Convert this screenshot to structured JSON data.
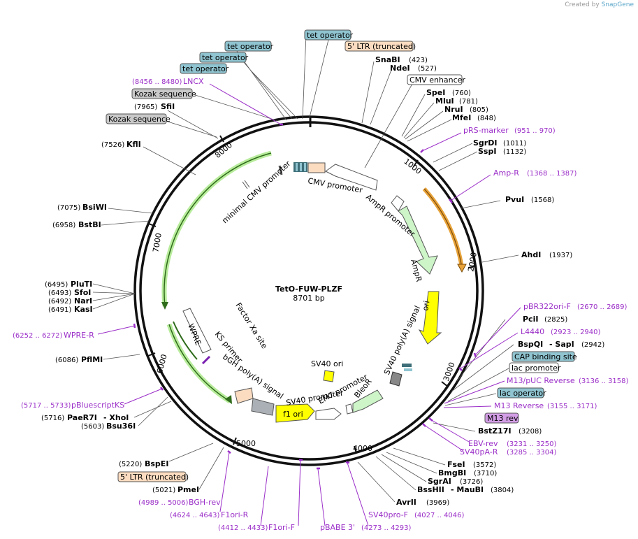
{
  "watermark": {
    "prefix": "Created by",
    "brand": "SnapGene"
  },
  "plasmid": {
    "name": "TetO-FUW-PLZF",
    "length_label": "8701 bp",
    "length_bp": 8701
  },
  "ticks": [
    "1000",
    "2000",
    "3000",
    "4000",
    "5000",
    "6000",
    "7000",
    "8000"
  ],
  "boxed_features": [
    {
      "id": "tet3",
      "label": "tet operator",
      "color": "#8fc4d0"
    },
    {
      "id": "tet4",
      "label": "tet operator",
      "color": "#8fc4d0"
    },
    {
      "id": "tet2",
      "label": "tet operator",
      "color": "#8fc4d0"
    },
    {
      "id": "tet1",
      "label": "tet operator",
      "color": "#8fc4d0"
    },
    {
      "id": "ltr5a",
      "label": "5' LTR (truncated)",
      "color": "#fbdcc0"
    },
    {
      "id": "kozak1",
      "label": "Kozak sequence",
      "color": "#c9c9c9"
    },
    {
      "id": "kozak2",
      "label": "Kozak sequence",
      "color": "#c9c9c9"
    },
    {
      "id": "cmvenh",
      "label": "CMV enhancer",
      "color": "#ffffff"
    },
    {
      "id": "cap",
      "label": "CAP binding site",
      "color": "#8fc4d0"
    },
    {
      "id": "lacp",
      "label": "lac promoter",
      "color": "#ffffff"
    },
    {
      "id": "laco",
      "label": "lac operator",
      "color": "#8fc4d0"
    },
    {
      "id": "m13rev",
      "label": "M13 rev",
      "color": "#d39ee6"
    },
    {
      "id": "ltr5b",
      "label": "5' LTR (truncated)",
      "color": "#fbdcc0"
    }
  ],
  "primers": [
    {
      "id": "lncx",
      "label": "LNCX",
      "range": "(8456 .. 8480)"
    },
    {
      "id": "prs",
      "label": "pRS-marker",
      "range": "(951 .. 970)"
    },
    {
      "id": "ampr",
      "label": "Amp-R",
      "range": "(1368 .. 1387)"
    },
    {
      "id": "pbr",
      "label": "pBR322ori-F",
      "range": "(2670 .. 2689)"
    },
    {
      "id": "l4440",
      "label": "L4440",
      "range": "(2923 .. 2940)"
    },
    {
      "id": "m13puc",
      "label": "M13/pUC Reverse",
      "range": "(3136 .. 3158)"
    },
    {
      "id": "m13r",
      "label": "M13 Reverse",
      "range": "(3155 .. 3171)"
    },
    {
      "id": "ebv",
      "label": "EBV-rev",
      "range": "(3231 .. 3250)"
    },
    {
      "id": "sv40pa",
      "label": "SV40pA-R",
      "range": "(3285 .. 3304)"
    },
    {
      "id": "sv40pro",
      "label": "SV40pro-F",
      "range": "(4027 .. 4046)"
    },
    {
      "id": "pbabe",
      "label": "pBABE 3'",
      "range": "(4273 .. 4293)"
    },
    {
      "id": "f1f",
      "label": "F1ori-F",
      "range": "(4412 .. 4433)"
    },
    {
      "id": "f1r",
      "label": "F1ori-R",
      "range": "(4624 .. 4643)"
    },
    {
      "id": "bgh",
      "label": "BGH-rev",
      "range": "(4989 .. 5006)"
    },
    {
      "id": "pblue",
      "label": "pBluescriptKS",
      "range": "(5717 .. 5733)"
    },
    {
      "id": "wpre",
      "label": "WPRE-R",
      "range": "(6252 .. 6272)"
    }
  ],
  "sites": [
    {
      "id": "snabi",
      "name": "SnaBI",
      "pos": "(423)"
    },
    {
      "id": "ndei",
      "name": "NdeI",
      "pos": "(527)"
    },
    {
      "id": "spei",
      "name": "SpeI",
      "pos": "(760)"
    },
    {
      "id": "mlui",
      "name": "MluI",
      "pos": "(781)"
    },
    {
      "id": "nrui",
      "name": "NruI",
      "pos": "(805)"
    },
    {
      "id": "mfei",
      "name": "MfeI",
      "pos": "(848)"
    },
    {
      "id": "sgrdi",
      "name": "SgrDI",
      "pos": "(1011)"
    },
    {
      "id": "sspi",
      "name": "SspI",
      "pos": "(1132)"
    },
    {
      "id": "pvui",
      "name": "PvuI",
      "pos": "(1568)"
    },
    {
      "id": "ahdi",
      "name": "AhdI",
      "pos": "(1937)"
    },
    {
      "id": "pcii",
      "name": "PciI",
      "pos": "(2825)"
    },
    {
      "id": "bspqi",
      "name": "BspQI",
      "pos": ""
    },
    {
      "id": "sapi",
      "name": "- SapI",
      "pos": "(2942)"
    },
    {
      "id": "bstz",
      "name": "BstZ17I",
      "pos": "(3208)"
    },
    {
      "id": "fsei",
      "name": "FseI",
      "pos": "(3572)"
    },
    {
      "id": "bmgbi",
      "name": "BmgBI",
      "pos": "(3710)"
    },
    {
      "id": "sgrai",
      "name": "SgrAI",
      "pos": "(3726)"
    },
    {
      "id": "bsshii",
      "name": "BssHII",
      "pos": ""
    },
    {
      "id": "maubi",
      "name": "- MauBI",
      "pos": "(3804)"
    },
    {
      "id": "avrii",
      "name": "AvrII",
      "pos": "(3969)"
    },
    {
      "id": "sfii",
      "name": "SfiI",
      "pos": "(7965)"
    },
    {
      "id": "kfli",
      "name": "KflI",
      "pos": "(7526)"
    },
    {
      "id": "bsiwi",
      "name": "BsiWI",
      "pos": "(7075)"
    },
    {
      "id": "bstbi",
      "name": "BstBI",
      "pos": "(6958)"
    },
    {
      "id": "pluti",
      "name": "PluTI",
      "pos": "(6495)"
    },
    {
      "id": "sfoi",
      "name": "SfoI",
      "pos": "(6493)"
    },
    {
      "id": "nari",
      "name": "NarI",
      "pos": "(6492)"
    },
    {
      "id": "kasi",
      "name": "KasI",
      "pos": "(6491)"
    },
    {
      "id": "pfimi",
      "name": "PflMI",
      "pos": "(6086)"
    },
    {
      "id": "paer7i",
      "name": "PaeR7I",
      "pos": "(5716)"
    },
    {
      "id": "xhoi",
      "name": "- XhoI",
      "pos": ""
    },
    {
      "id": "bsu36i",
      "name": "Bsu36I",
      "pos": "(5603)"
    },
    {
      "id": "bspei",
      "name": "BspEI",
      "pos": "(5220)"
    },
    {
      "id": "pmei",
      "name": "PmeI",
      "pos": "(5021)"
    }
  ],
  "inner_labels": {
    "cmv_promoter": "CMV promoter",
    "min_cmv": "minimal CMV promoter",
    "ampr_promoter": "AmpR promoter",
    "ampr": "AmpR",
    "ori": "ori",
    "sv40_polya": "SV40 poly(A) signal",
    "bleor": "BleoR",
    "em7": "EM7 promoter",
    "sv40_promoter": "SV40 promoter",
    "sv40_ori": "SV40 ori",
    "f1_ori": "f1 ori",
    "bgh_polya": "bGH poly(A) signal",
    "ks_primer": "KS primer",
    "factor_xa": "Factor Xa site",
    "wpre": "WPRE"
  },
  "colors": {
    "backbone": "#111111",
    "primer": "#9b2fc8",
    "ampr_fill": "#cdf5c8",
    "ori_fill": "#ffff00",
    "orange": "#e8a33a",
    "lightgreen": "#b8ec9c",
    "darkgreen": "#2e6b1a"
  }
}
